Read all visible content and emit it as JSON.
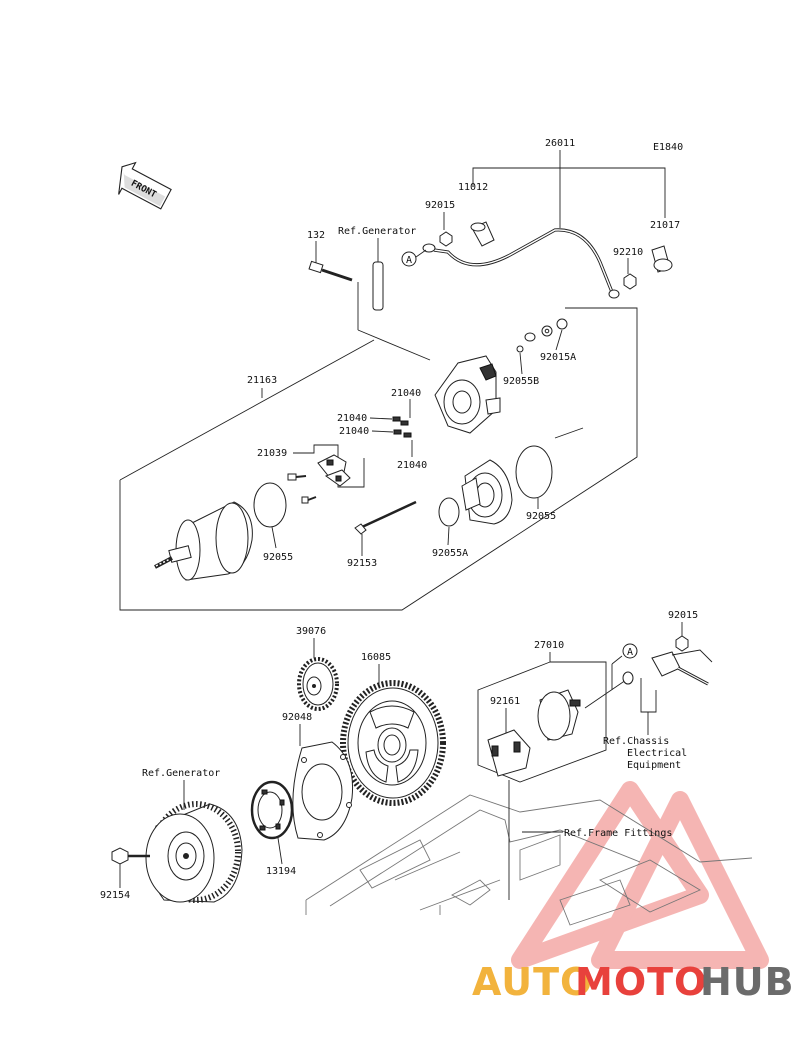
{
  "diagram_code": "E1840",
  "front_arrow_label": "FRONT",
  "callout_letter": "A",
  "labels": {
    "p26011": "26011",
    "p11012": "11012",
    "p21017": "21017",
    "p92015_top": "92015",
    "p92210": "92210",
    "p132": "132",
    "ref_generator_top": "Ref.Generator",
    "p92015A": "92015A",
    "p92055B": "92055B",
    "p21163": "21163",
    "p21040_a": "21040",
    "p21040_b": "21040",
    "p21040_c": "21040",
    "p21040_d": "21040",
    "p21039": "21039",
    "p92055_left": "92055",
    "p92153": "92153",
    "p92055A": "92055A",
    "p92055_right": "92055",
    "p39076": "39076",
    "p16085": "16085",
    "p27010": "27010",
    "p92015_bottom": "92015",
    "p92048": "92048",
    "p92161": "92161",
    "ref_generator_bottom": "Ref.Generator",
    "ref_chassis_line1": "Ref.Chassis",
    "ref_chassis_line2": "Electrical",
    "ref_chassis_line3": "Equipment",
    "ref_frame": "Ref.Frame Fittings",
    "p92154": "92154",
    "p13194": "13194"
  },
  "watermark": {
    "word_auto": "AUTO",
    "word_moto": "MOTO",
    "word_hub": "HUB",
    "color_auto": "#f2b33d",
    "color_moto": "#e8413c",
    "color_hub": "#6b6b6b"
  }
}
